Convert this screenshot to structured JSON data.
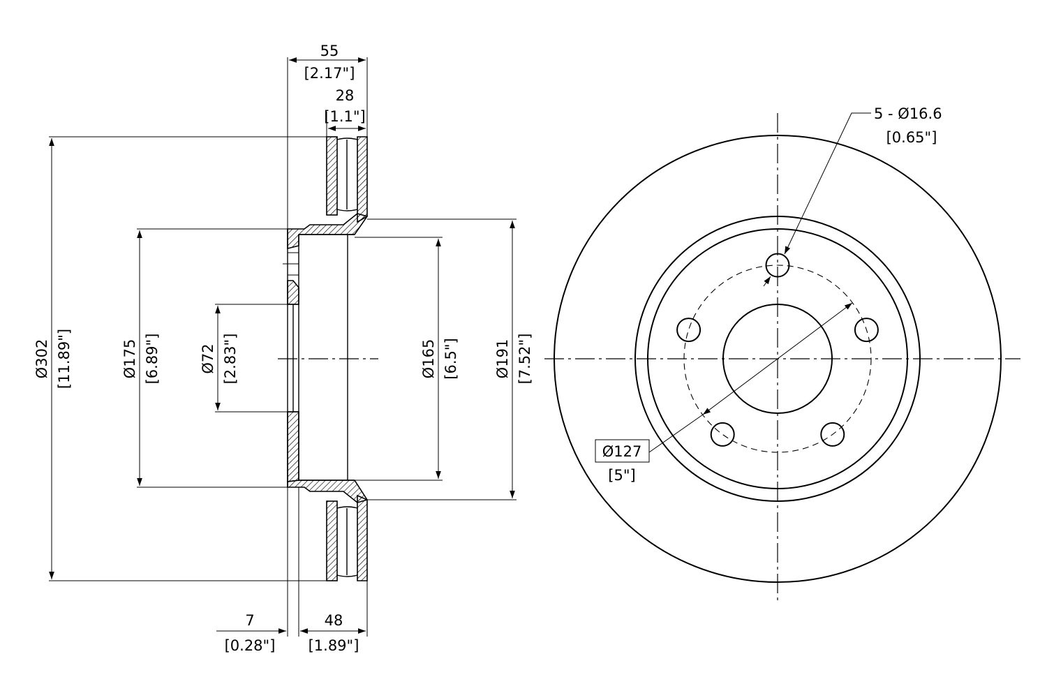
{
  "dimensions": {
    "overall_width": {
      "metric": "55",
      "imperial": "[2.17\"]"
    },
    "friction_ring_width": {
      "metric": "28",
      "imperial": "[1.1\"]"
    },
    "outer_diameter": {
      "metric": "Ø302",
      "imperial": "[11.89\"]"
    },
    "hat_diameter": {
      "metric": "Ø175",
      "imperial": "[6.89\"]"
    },
    "center_bore": {
      "metric": "Ø72",
      "imperial": "[2.83\"]"
    },
    "inner_hat_diameter": {
      "metric": "Ø165",
      "imperial": "[6.5\"]"
    },
    "inner_ring_diameter": {
      "metric": "Ø191",
      "imperial": "[7.52\"]"
    },
    "hat_thickness": {
      "metric": "7",
      "imperial": "[0.28\"]"
    },
    "hat_depth": {
      "metric": "48",
      "imperial": "[1.89\"]"
    },
    "bolt_holes": {
      "metric": "5 - Ø16.6",
      "imperial": "[0.65\"]"
    },
    "bolt_circle": {
      "metric": "Ø127",
      "imperial": "[5\"]"
    }
  }
}
